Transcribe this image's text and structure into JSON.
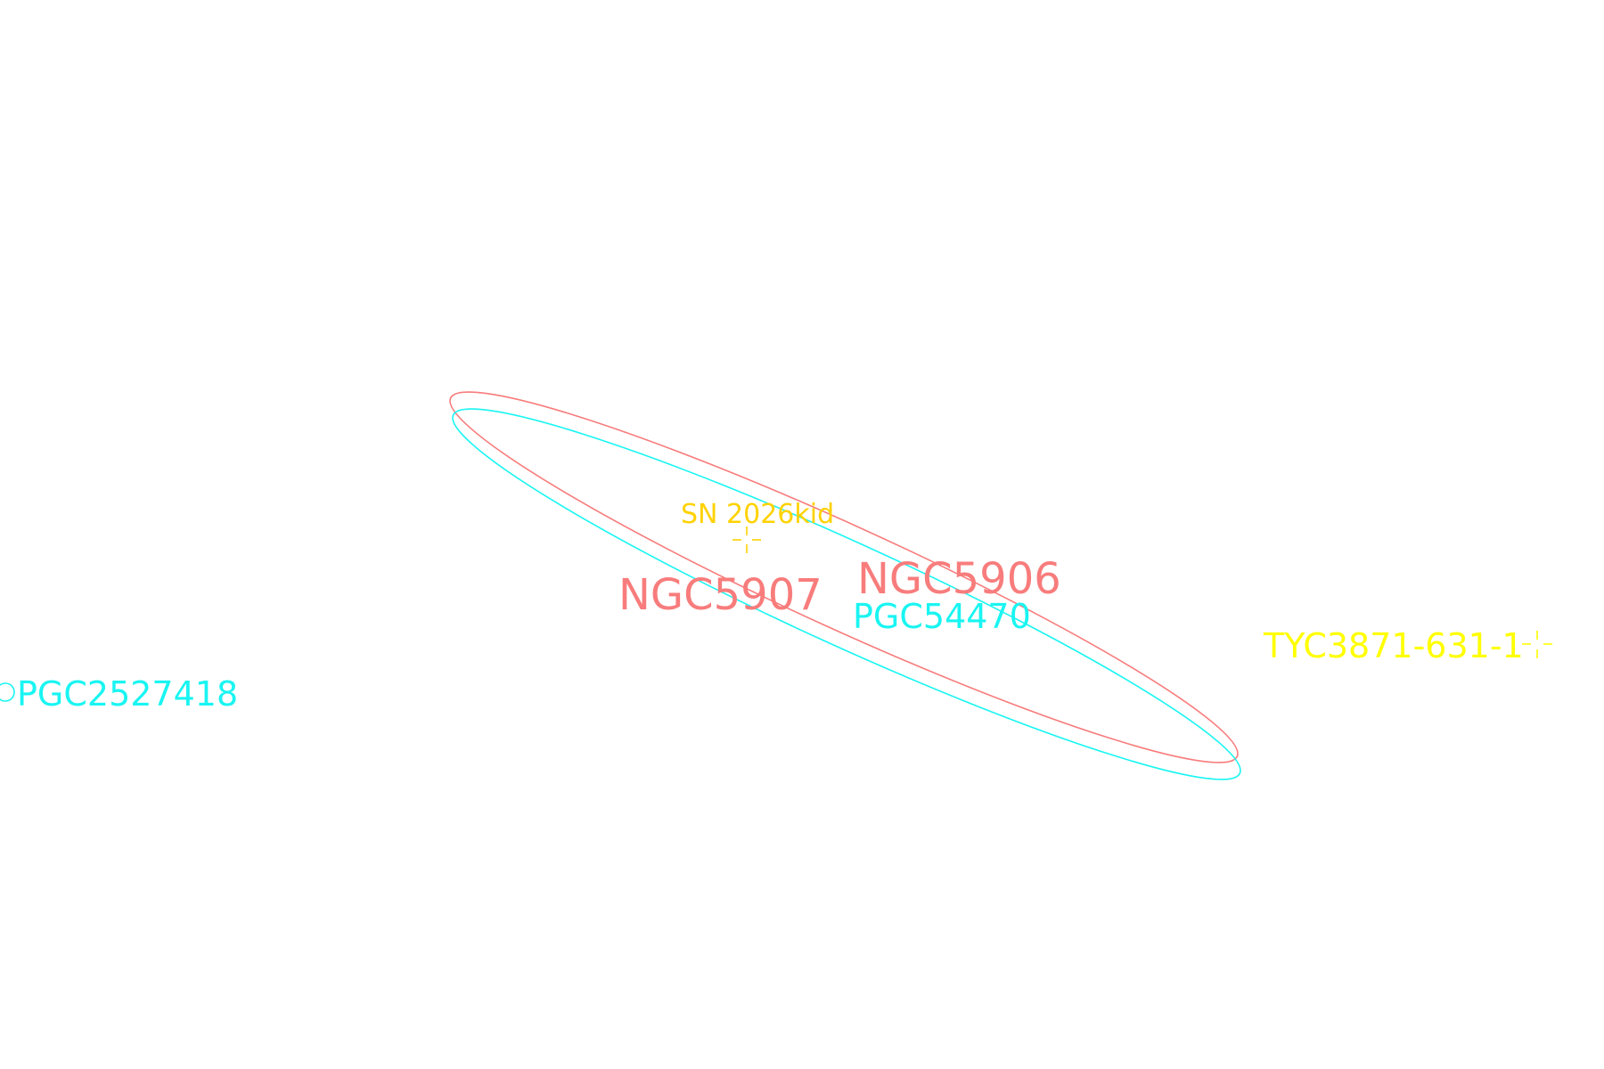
{
  "colors": {
    "galaxy_ngc": "#f87c7c",
    "galaxy_pgc": "#19f5f2",
    "star": "#ffff00",
    "supernova": "#ffd200",
    "faint": "#ffffff"
  },
  "objects": {
    "ngc5907": {
      "label": "NGC5907",
      "kind": "galaxy"
    },
    "ngc5906": {
      "label": "NGC5906",
      "kind": "galaxy"
    },
    "pgc54470": {
      "label": "PGC54470",
      "kind": "galaxy"
    },
    "pgc2527418": {
      "label": "PGC2527418",
      "kind": "galaxy",
      "icon": "circle-icon"
    },
    "sn2026kid": {
      "label": "SN 2026kid",
      "kind": "supernova",
      "icon": "cross-marker-icon"
    },
    "tyc": {
      "label": "TYC3871-631-1",
      "kind": "star",
      "icon": "cross-marker-icon"
    }
  }
}
